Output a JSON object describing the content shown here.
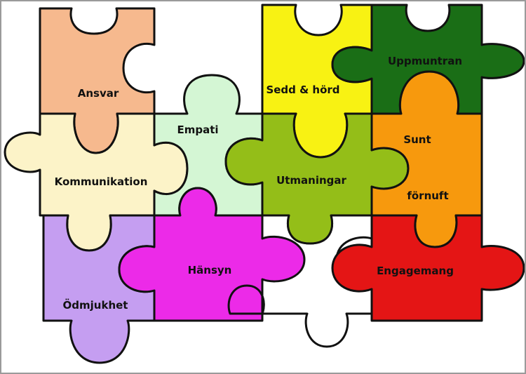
{
  "colors": {
    "ansvar": "#f6b98e",
    "kommunikation": "#fcf3c8",
    "empati": "#d4f6d4",
    "sedd": "#f8f213",
    "uppmuntran": "#1a6e16",
    "utmaningar": "#94be18",
    "sunt": "#f7990d",
    "odmjukhet": "#c59ef1",
    "hansyn": "#ec2ae8",
    "engagemang": "#e41515",
    "blank": "#ffffff",
    "outline": "#111111"
  },
  "pieces": {
    "ansvar": "Ansvar",
    "kommunikation": "Kommunikation",
    "empati": "Empati",
    "sedd": "Sedd & hörd",
    "uppmuntran": "Uppmuntran",
    "utmaningar": "Utmaningar",
    "sunt_line1": "Sunt",
    "sunt_line2": "förnuft",
    "odmjukhet": "Ödmjukhet",
    "hansyn": "Hänsyn",
    "engagemang": "Engagemang"
  }
}
